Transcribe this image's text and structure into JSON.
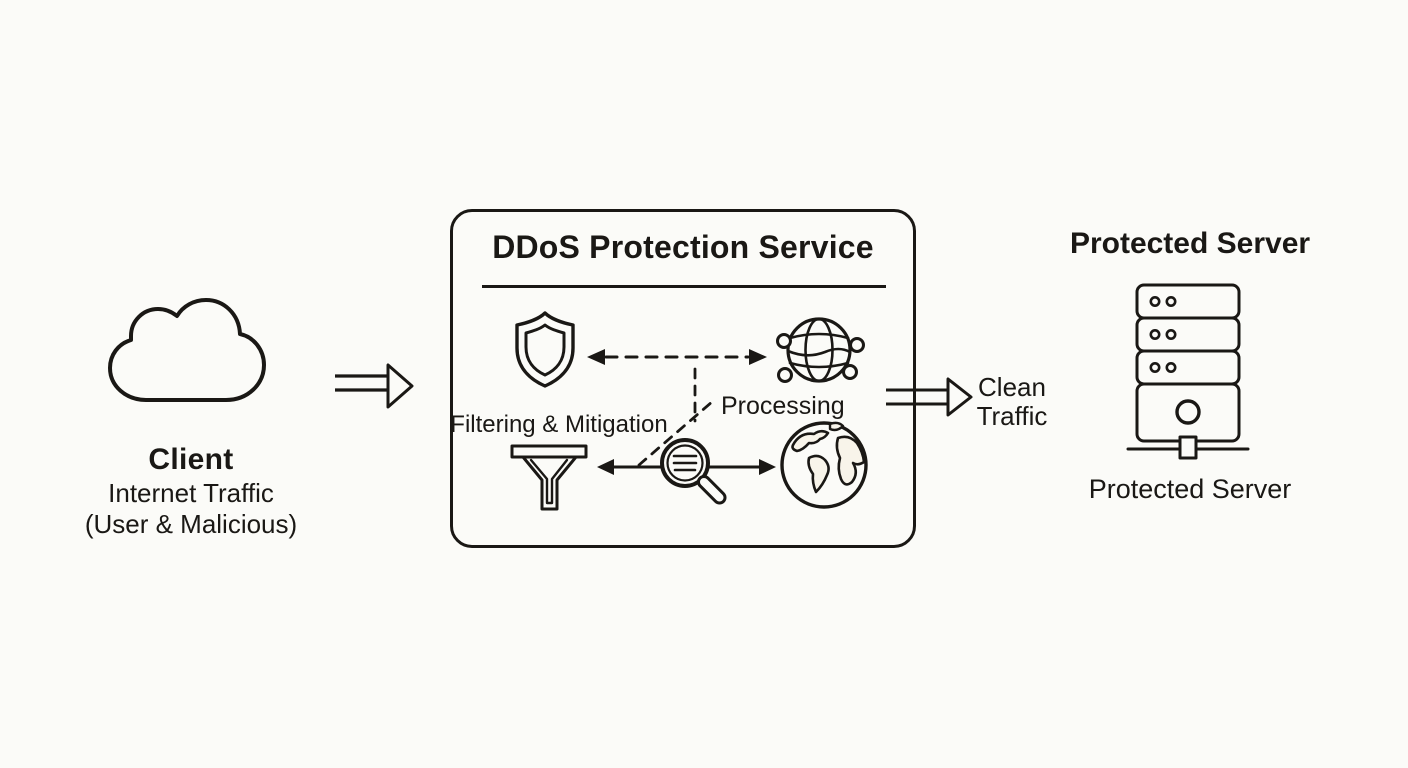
{
  "diagram": {
    "colors": {
      "ink": "#1a1815",
      "background": "#fbfbf8",
      "paper": "#f8f4ea"
    },
    "client": {
      "icon": "cloud-icon",
      "title": "Client",
      "subtitle_line1": "Internet Traffic",
      "subtitle_line2": "(User & Malicious)"
    },
    "service_box": {
      "title": "DDoS Protection Service",
      "filtering_label": "Filtering & Mitigation",
      "processing_label": "Processing",
      "icons": [
        "shield-icon",
        "network-globe-icon",
        "funnel-icon",
        "magnifier-icon",
        "globe-icon"
      ]
    },
    "flows": {
      "inbound_arrow": "double-line-arrow",
      "clean_traffic_line1": "Clean",
      "clean_traffic_line2": "Traffic"
    },
    "protected_server": {
      "icon": "server-rack-icon",
      "title": "Protected Server",
      "caption": "Protected Server"
    }
  }
}
